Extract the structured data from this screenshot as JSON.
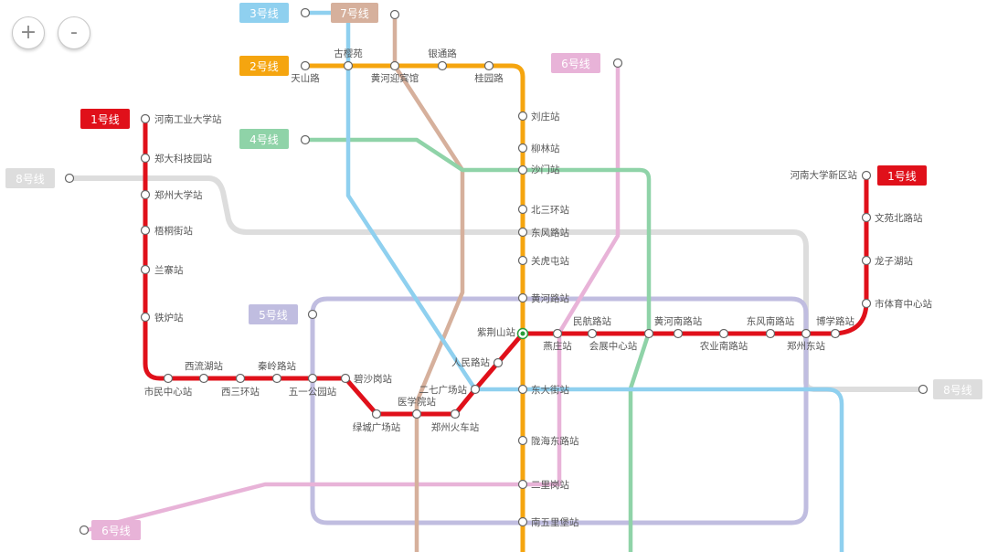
{
  "controls": {
    "zoom_in": "+",
    "zoom_out": "-"
  },
  "colors": {
    "line1": "#e0101a",
    "line2": "#f5a50f",
    "line3": "#8fd0ef",
    "line4": "#8fd3a8",
    "line5": "#c0bde0",
    "line6": "#e8b3d8",
    "line7": "#d6b09c",
    "line8": "#dddddd"
  },
  "lines": {
    "line1": {
      "label": "1号线"
    },
    "line2": {
      "label": "2号线"
    },
    "line3": {
      "label": "3号线"
    },
    "line4": {
      "label": "4号线"
    },
    "line5": {
      "label": "5号线"
    },
    "line6": {
      "label": "6号线"
    },
    "line7": {
      "label": "7号线"
    },
    "line8": {
      "label": "8号线"
    }
  },
  "stations": {
    "henan_gongye": "河南工业大学站",
    "zhengda_keji": "郑大科技园站",
    "zhengzhou_daxue": "郑州大学站",
    "wutongjie": "梧桐街站",
    "lanzhai": "兰寨站",
    "tielu": "铁炉站",
    "shiminzhongxin": "市民中心站",
    "xiliuhu": "西流湖站",
    "xisanhuan": "西三环站",
    "qinlinglu": "秦岭路站",
    "wuyigongyuan": "五一公园站",
    "bishagang": "碧沙岗站",
    "lvchengguangchang": "绿城广场站",
    "yixueyuan": "医学院站",
    "zhengzhouhuochezhan": "郑州火车站",
    "erqiguangchang": "二七广场站",
    "renminlu": "人民路站",
    "zijingshan": "紫荆山站",
    "yanzhuang": "燕庄站",
    "minhanglu": "民航路站",
    "huizhanzhongxin": "会展中心站",
    "huanghenanlu": "黄河南路站",
    "nongyenanlu": "农业南路站",
    "dongfengnanlu": "东风南路站",
    "zhengzhoudong": "郑州东站",
    "boxuelu": "博学路站",
    "shitiyuzhongxin": "市体育中心站",
    "longzihu": "龙子湖站",
    "wenyuanbeilu": "文苑北路站",
    "henandaxuexinqu": "河南大学新区站",
    "liuzhuang": "刘庄站",
    "liulin": "柳林站",
    "shamen": "沙门站",
    "beisanhuan": "北三环站",
    "dongfenglu": "东风路站",
    "guanhutun": "关虎屯站",
    "huanghelu": "黄河路站",
    "dongdajie": "东大街站",
    "longhaidonglu": "陇海东路站",
    "erligang": "二里岗站",
    "nanwulipu": "南五里堡站",
    "tianshanlu": "天山路",
    "guyingyuan": "古樱苑",
    "huangheyingbinguan": "黄河迎宾馆",
    "yintonglu": "银通路",
    "guiyuanlu": "桂园路"
  }
}
